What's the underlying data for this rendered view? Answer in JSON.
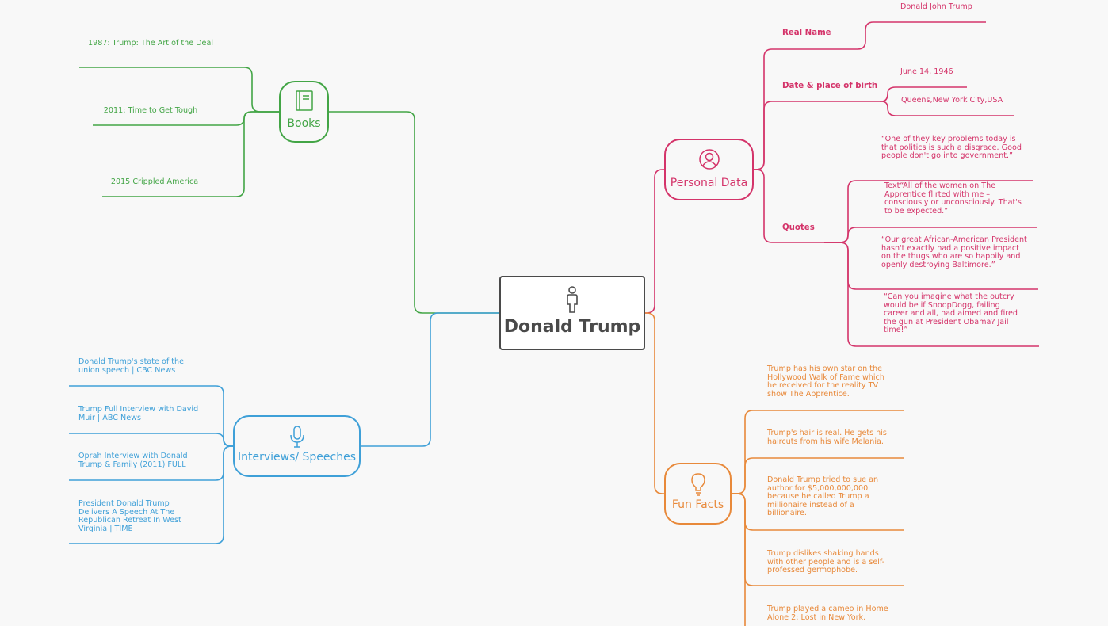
{
  "root": {
    "title": "Donald Trump",
    "icon": "person-icon"
  },
  "colors": {
    "books": "#43a546",
    "interviews": "#3fa0d8",
    "personal": "#d4346a",
    "funfacts": "#e8893a",
    "root": "#4a4a4a"
  },
  "books": {
    "label": "Books",
    "icon": "book-icon",
    "items": [
      "1987: Trump: The Art of the Deal",
      "2011: Time to Get Tough",
      "2015 Crippled America"
    ]
  },
  "interviews": {
    "label": "Interviews/ Speeches",
    "icon": "microphone-icon",
    "items": [
      "Donald Trump's state of the union speech | CBC News",
      "Trump Full Interview with David Muir | ABC News",
      "Oprah Interview with Donald Trump & Family (2011) FULL",
      "President Donald Trump Delivers A Speech At The Republican Retreat In West Virginia | TIME"
    ]
  },
  "personal": {
    "label": "Personal Data",
    "icon": "user-circle-icon",
    "real_name": {
      "label": "Real Name",
      "value": "Donald John Trump"
    },
    "birth": {
      "label": "Date & place of birth",
      "date": "June 14, 1946",
      "place": "Queens,New York City,USA"
    },
    "quotes": {
      "label": "Quotes",
      "items": [
        "“One of they key problems today is that politics is such a disgrace. Good people don't go into government.”",
        "Text“All of the women on The Apprentice flirted with me – consciously or unconsciously. That's to be expected.”",
        "“Our great African-American President hasn't exactly had a positive impact on the thugs who are so happily and openly destroying Baltimore.”",
        "“Can you imagine what the outcry would be if SnoopDogg, failing career and all, had aimed and fired the gun at President Obama? Jail time!”"
      ]
    }
  },
  "funfacts": {
    "label": "Fun Facts",
    "icon": "lightbulb-icon",
    "items": [
      "Trump has his own star on the Hollywood Walk of Fame which he received for the reality TV show The Apprentice.",
      "Trump's hair is real. He gets his haircuts from his wife Melania.",
      "Donald Trump tried to sue an author for $5,000,000,000 because he called Trump a millionaire instead of a billionaire.",
      "Trump dislikes shaking hands with other people and is a self-professed germophobe.",
      "Trump played a cameo in Home Alone 2: Lost in New York."
    ]
  }
}
